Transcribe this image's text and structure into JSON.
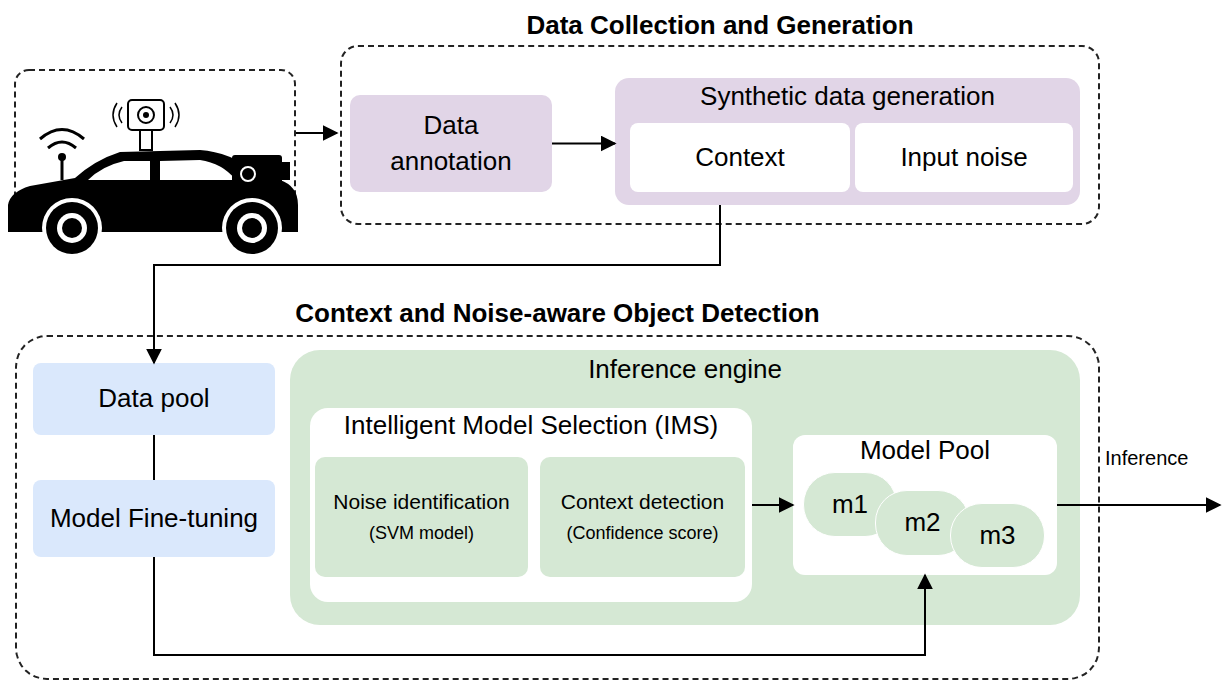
{
  "diagram": {
    "nodes": [
      {
        "text": [
          "Data Collection and Generation"
        ]
      },
      {
        "text": [
          "Data annotation"
        ],
        "in": 0
      },
      {
        "text": [
          "Synthetic data generation"
        ],
        "in": 0
      },
      {
        "text": [
          "Context"
        ],
        "in": 2
      },
      {
        "text": [
          "Input noise"
        ],
        "in": 2
      },
      {
        "text": [
          "Context and Noise-aware Object Detection"
        ]
      },
      {
        "text": [
          "Data pool"
        ],
        "in": 5
      },
      {
        "text": [
          "Model Fine-tuning"
        ],
        "in": 5
      },
      {
        "text": [
          "Inference engine"
        ],
        "in": 5
      },
      {
        "text": [
          "Intelligent Model Selection (IMS)"
        ],
        "in": 8
      },
      {
        "text": [
          "Noise identification",
          "(SVM model)"
        ],
        "in": 9
      },
      {
        "text": [
          "Context detection",
          "(Confidence score)"
        ],
        "in": 9
      },
      {
        "text": [
          "Model Pool"
        ],
        "in": 8
      },
      {
        "text": [
          "m1"
        ],
        "in": 12
      },
      {
        "text": [
          "m2"
        ],
        "in": 12
      },
      {
        "text": [
          "m3"
        ],
        "in": 12
      }
    ],
    "edges": [
      {
        "from": 1,
        "to": 2,
        "arrow": "to"
      },
      {
        "from": 2,
        "to": 6,
        "arrow": "to"
      },
      {
        "from": 6,
        "to": 7,
        "arrow": "none"
      },
      {
        "from": 7,
        "to": 12,
        "arrow": "to"
      },
      {
        "from": 9,
        "to": 12,
        "arrow": "to"
      }
    ],
    "labels": [
      "Inference"
    ]
  }
}
